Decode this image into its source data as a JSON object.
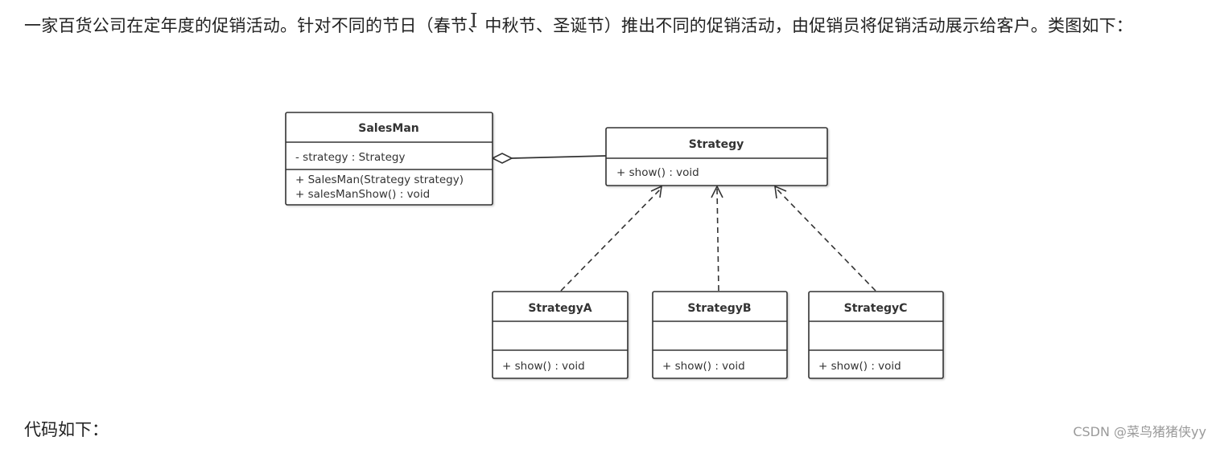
{
  "intro_text": "一家百货公司在定年度的促销活动。针对不同的节日（春节、中秋节、圣诞节）推出不同的促销活动，由促销员将促销活动展示给客户。类图如下：",
  "code_label": "代码如下：",
  "watermark": "CSDN @菜鸟猪猪侠yy",
  "diagram": {
    "salesman": {
      "name": "SalesMan",
      "attribute": "- strategy : Strategy",
      "operations": [
        "+ SalesMan(Strategy strategy)",
        "+ salesManShow() : void"
      ]
    },
    "strategy": {
      "name": "Strategy",
      "operations": [
        "+ show() : void"
      ]
    },
    "strategy_a": {
      "name": "StrategyA",
      "operations": [
        "+ show() : void"
      ]
    },
    "strategy_b": {
      "name": "StrategyB",
      "operations": [
        "+ show() : void"
      ]
    },
    "strategy_c": {
      "name": "StrategyC",
      "operations": [
        "+ show() : void"
      ]
    }
  }
}
